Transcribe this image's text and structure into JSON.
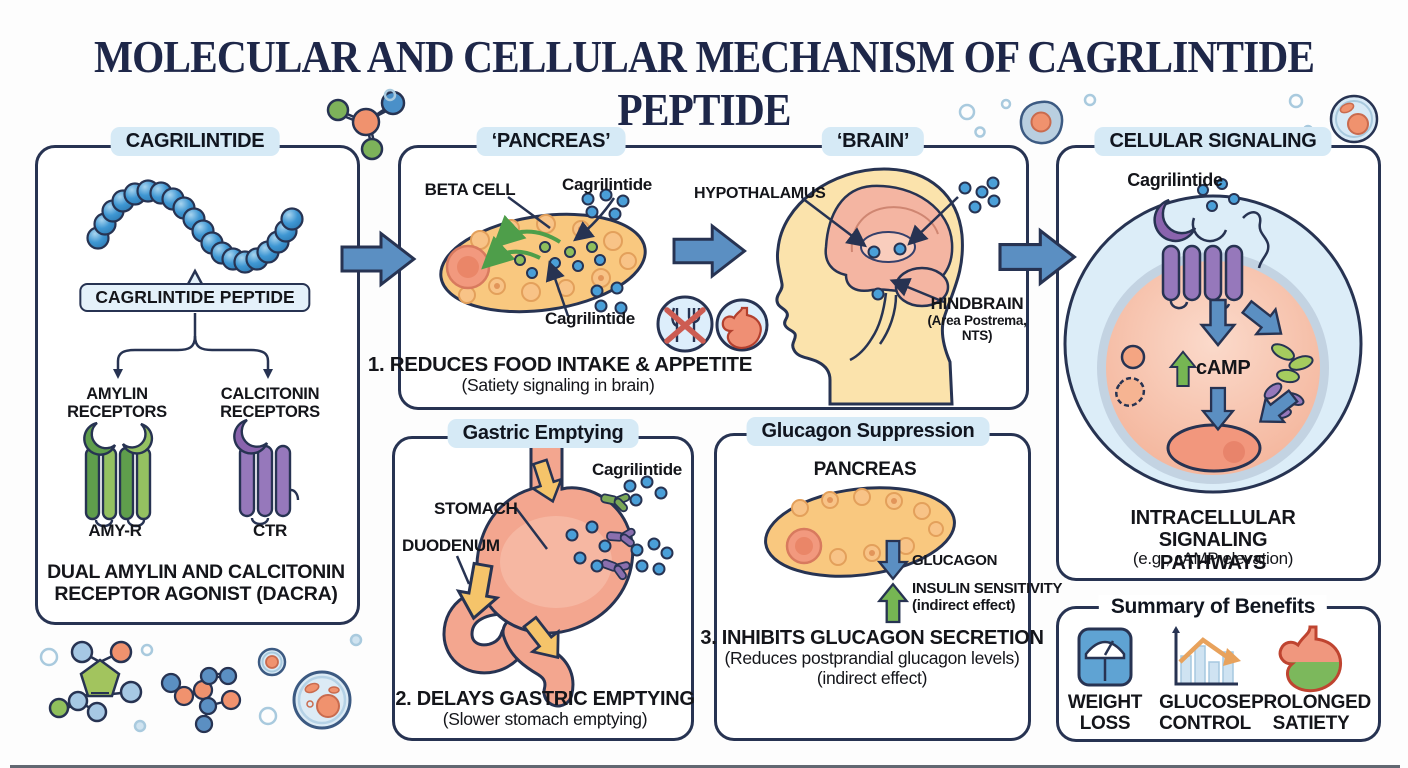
{
  "title": "MOLECULAR AND CELLULAR MECHANISM OF CAGRLINTIDE PEPTIDE",
  "cagrilintide": {
    "header": "CAGRILINTIDE",
    "peptide_tag": "CAGRLINTIDE PEPTIDE",
    "amylin": "AMYLIN\nRECEPTORS",
    "calcitonin": "CALCITONIN\nRECEPTORS",
    "amy_r": "AMY-R",
    "ctr": "CTR",
    "dacra": "DUAL AMYLIN AND CALCITONIN\nRECEPTOR AGONIST (DACRA)"
  },
  "pancreas_brain": {
    "pancreas_header": "‘PANCREAS’",
    "brain_header": "‘BRAIN’",
    "beta_cell": "BETA CELL",
    "cagrilintide_top": "Cagrilintide",
    "cagrilintide_bottom": "Cagrilintide",
    "effect_main": "1. REDUCES FOOD INTAKE & APPETITE",
    "effect_sub": "(Satiety signaling in brain)",
    "hypothalamus": "HYPOTHALAMUS",
    "hindbrain_name": "HINDBRAIN",
    "hindbrain_sub": "(Area Postrema,\nNTS)"
  },
  "cellular": {
    "header": "CELULAR SIGNALING",
    "cagrilintide": "Cagrilintide",
    "camp": "cAMP",
    "caption_main": "INTRACELLULAR\nSIGNALING PATHWAYS",
    "caption_sub": "(e.g., cAMP elevation)"
  },
  "gastric": {
    "header": "Gastric Emptying",
    "cagrilintide": "Cagrilintide",
    "stomach": "STOMACH",
    "duodenum": "DUODENUM",
    "effect_main": "2. DELAYS GASTRIC EMPTYING",
    "effect_sub": "(Slower stomach emptying)"
  },
  "glucagon": {
    "header": "Glucagon Suppression",
    "pancreas": "PANCREAS",
    "glucagon_arrow_label": "GLUCAGON",
    "insulin_arrow_label": "INSULIN SENSITIVITY\n(indirect effect)",
    "effect_main": "3. INHIBITS GLUCAGON SECRETION",
    "effect_sub": "(Reduces postprandial glucagon levels)\n(indirect effect)"
  },
  "summary": {
    "header": "Summary of Benefits",
    "benefits": [
      {
        "label": "WEIGHT\nLOSS",
        "icon": "weight-scale-icon"
      },
      {
        "label": "GLUCOSE\nCONTROL",
        "icon": "glucose-chart-icon"
      },
      {
        "label": "PROLONGED\nSATIETY",
        "icon": "stomach-icon"
      }
    ]
  },
  "colors": {
    "panel_border": "#273352",
    "header_bg": "#d6eaf6",
    "title_navy": "#1e2749",
    "arrow_blue": "#5b8fc2",
    "peptide_blue": "#3f97d3",
    "receptor_green": "#6aa84f",
    "receptor_purple": "#9678bb",
    "organ_orange": "#f9c87f",
    "organ_pink": "#f3a68f",
    "accent_green": "#76b653",
    "icon_red": "#cd5c52"
  }
}
